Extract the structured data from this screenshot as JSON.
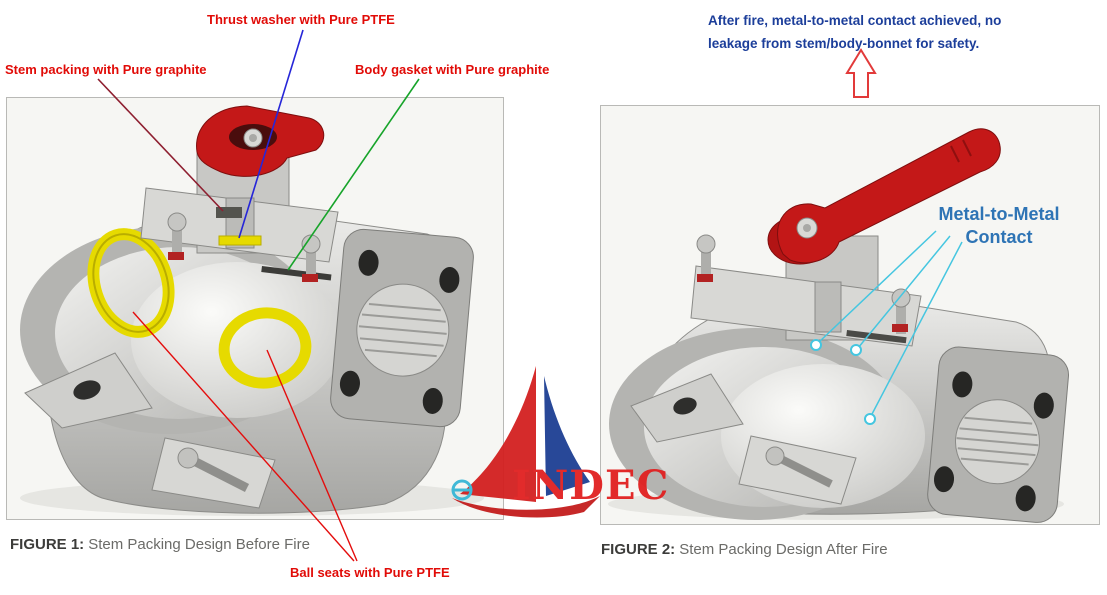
{
  "colors": {
    "label_red": "#e10b07",
    "note_blue": "#1c3e9a",
    "contact_blue": "#2e74b5",
    "callout_blue": "#2626d8",
    "callout_maroon": "#8e1f30",
    "callout_green": "#17a42a",
    "callout_red": "#e40d0d",
    "callout_cyan": "#45c6e0",
    "arrow_red": "#e23a3a",
    "handle_red": "#c41818",
    "seat_yellow": "#e6da00",
    "logo_red": "#e12020",
    "logo_blue": "#1d3f93"
  },
  "figure1": {
    "caption_label": "FIGURE 1:",
    "caption_text": "Stem Packing Design Before Fire",
    "labels": {
      "thrust_washer": "Thrust washer with Pure PTFE",
      "stem_packing": "Stem packing with Pure graphite",
      "body_gasket": "Body gasket with Pure graphite",
      "ball_seats": "Ball seats with Pure PTFE"
    }
  },
  "figure2": {
    "caption_label": "FIGURE 2:",
    "caption_text": "Stem Packing Design After Fire",
    "note_line1": "After fire, metal-to-metal contact achieved, no",
    "note_line2": "leakage from stem/body-bonnet for safety.",
    "contact_label": "Metal-to-Metal Contact"
  },
  "logo": {
    "text": "INDEC"
  }
}
